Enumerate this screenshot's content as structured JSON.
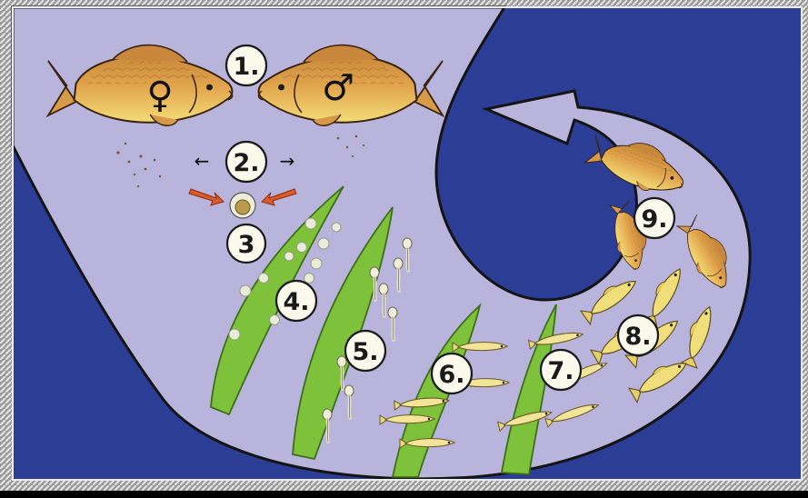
{
  "diagram": {
    "colors": {
      "water": "#2c3d96",
      "band": "#b9b4dc",
      "outline": "#141414",
      "carp_body": "#e0a04a",
      "carp_belly": "#f2d873",
      "fry": "#efe08a",
      "weed": "#7ec23c",
      "egg": "#e9ecd9",
      "arrow_red": "#d9592b",
      "bottom_bar": "#000000"
    },
    "stages": [
      {
        "label": "1.",
        "symbol_female": "♀",
        "symbol_male": "♂"
      },
      {
        "label": "2.",
        "arrow_left": "←",
        "arrow_right": "→"
      },
      {
        "label": "3"
      },
      {
        "label": "4."
      },
      {
        "label": "5."
      },
      {
        "label": "6."
      },
      {
        "label": "7."
      },
      {
        "label": "8."
      },
      {
        "label": "9."
      }
    ]
  }
}
